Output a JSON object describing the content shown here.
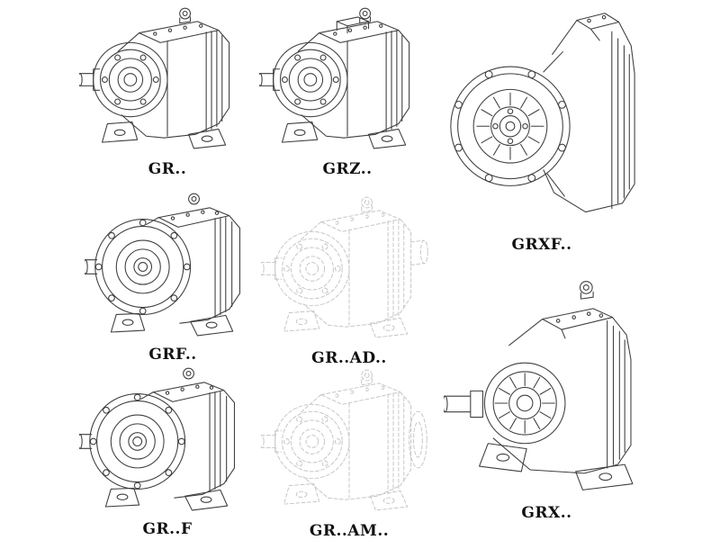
{
  "page": {
    "background": "#ffffff"
  },
  "colors": {
    "line": "#3f3f3f",
    "faded_line": "#c6c6c6",
    "label_text": "#111111"
  },
  "figures": [
    {
      "id": "gr",
      "label": "GR..",
      "style": "solid"
    },
    {
      "id": "grz",
      "label": "GRZ..",
      "style": "solid"
    },
    {
      "id": "grxf",
      "label": "GRXF..",
      "style": "solid"
    },
    {
      "id": "grf",
      "label": "GRF..",
      "style": "solid"
    },
    {
      "id": "gr-ad",
      "label": "GR..AD..",
      "style": "faded"
    },
    {
      "id": "gr-f",
      "label": "GR..F",
      "style": "solid"
    },
    {
      "id": "gr-am",
      "label": "GR..AM..",
      "style": "faded"
    },
    {
      "id": "grx",
      "label": "GRX..",
      "style": "solid"
    }
  ]
}
